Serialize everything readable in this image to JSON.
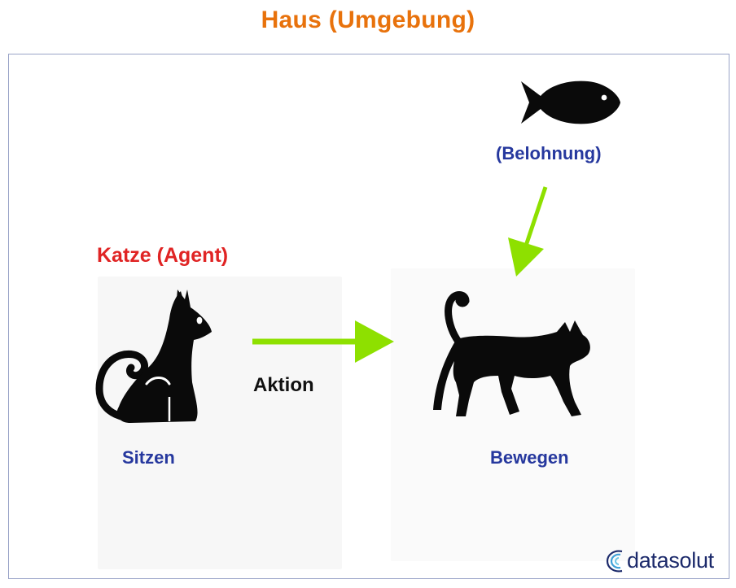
{
  "title": "Haus (Umgebung)",
  "labels": {
    "agent": "Katze (Agent)",
    "state_sit": "Sitzen",
    "state_move": "Bewegen",
    "reward": "(Belohnung)",
    "action": "Aktion"
  },
  "brand": {
    "name": "datasolut"
  },
  "colors": {
    "title": "#e8720c",
    "agent": "#e02424",
    "state": "#26389e",
    "arrow": "#8ee000",
    "silhouette": "#0a0a0a",
    "frame": "#9aa4c8"
  },
  "icons": {
    "sitting_cat": "cat-sitting-icon",
    "walking_cat": "cat-walking-icon",
    "fish": "fish-icon",
    "brand_logo": "datasolut-logo-icon"
  }
}
